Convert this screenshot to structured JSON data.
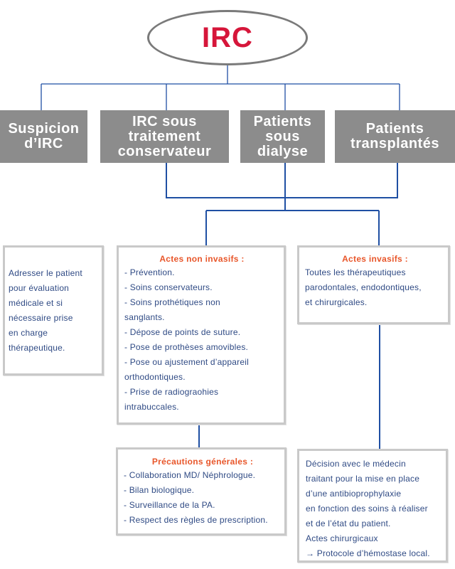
{
  "title": "IRC",
  "categories": [
    "Suspicion\nd’IRC",
    "IRC sous\ntraitement\nconservateur",
    "Patients\nsous\ndialyse",
    "Patients\ntransplantés"
  ],
  "box_suspicion": {
    "text": "Adresser le patient\npour évaluation\nmédicale et si\nnécessaire prise\nen charge\nthérapeutique."
  },
  "box_non_invasifs": {
    "heading": "Actes non invasifs :",
    "items": [
      "- Prévention.",
      "- Soins conservateurs.",
      "- Soins prothétiques non\nsanglants.",
      "- Dépose de points de suture.",
      "- Pose de prothèses amovibles.",
      "- Pose ou ajustement d’appareil\northodontiques.",
      "- Prise de radiograohies\nintrabuccales."
    ]
  },
  "box_invasifs": {
    "heading": "Actes invasifs :",
    "text": "Toutes les thérapeutiques\nparodontales, endodontiques,\net chirurgicales."
  },
  "box_precautions": {
    "heading": "Précautions générales :",
    "items": [
      "- Collaboration MD/ Néphrologue.",
      "- Bilan biologique.",
      "- Surveillance de la PA.",
      "- Respect des règles de prescription."
    ]
  },
  "box_decision": {
    "text": "Décision avec le médecin\ntraitant pour la mise en place\nd’une antibioprophylaxie\nen fonction des soins à réaliser\net de l’état du patient.\nActes chirurgicaux\n→ Protocole d’hémostase local."
  }
}
